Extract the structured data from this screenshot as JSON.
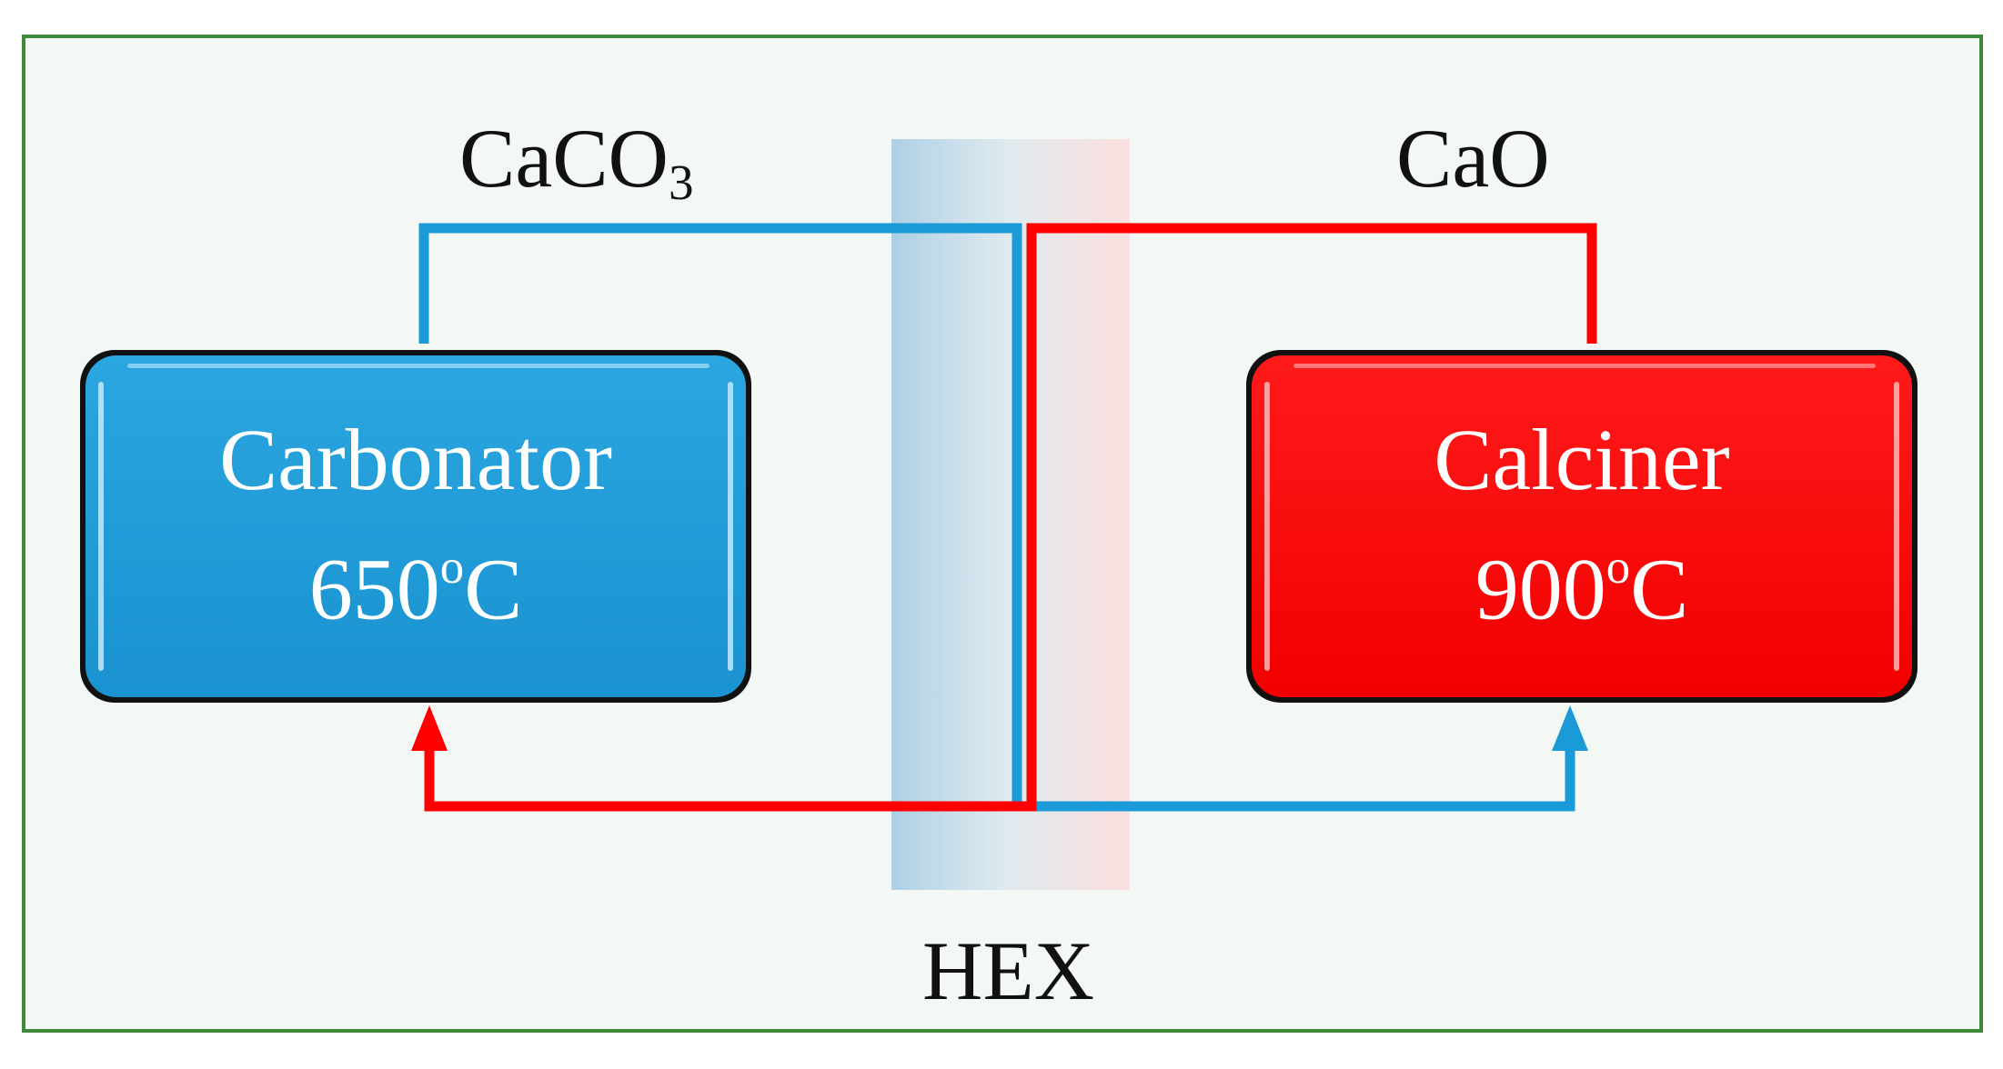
{
  "diagram": {
    "stream_top_left": {
      "species": "CaCO",
      "subscript": "3"
    },
    "stream_top_right": "CaO",
    "exchanger_label": "HEX",
    "carbonator": {
      "name": "Carbonator",
      "temperature": "650",
      "temp_sup": "o",
      "temp_unit": "C"
    },
    "calciner": {
      "name": "Calciner",
      "temperature": "900",
      "temp_sup": "o",
      "temp_unit": "C"
    }
  },
  "colors": {
    "blue": "#1a9ad6",
    "red": "#ff0000",
    "frame_border": "#3f8a3a",
    "background": "#f4f8f5"
  }
}
